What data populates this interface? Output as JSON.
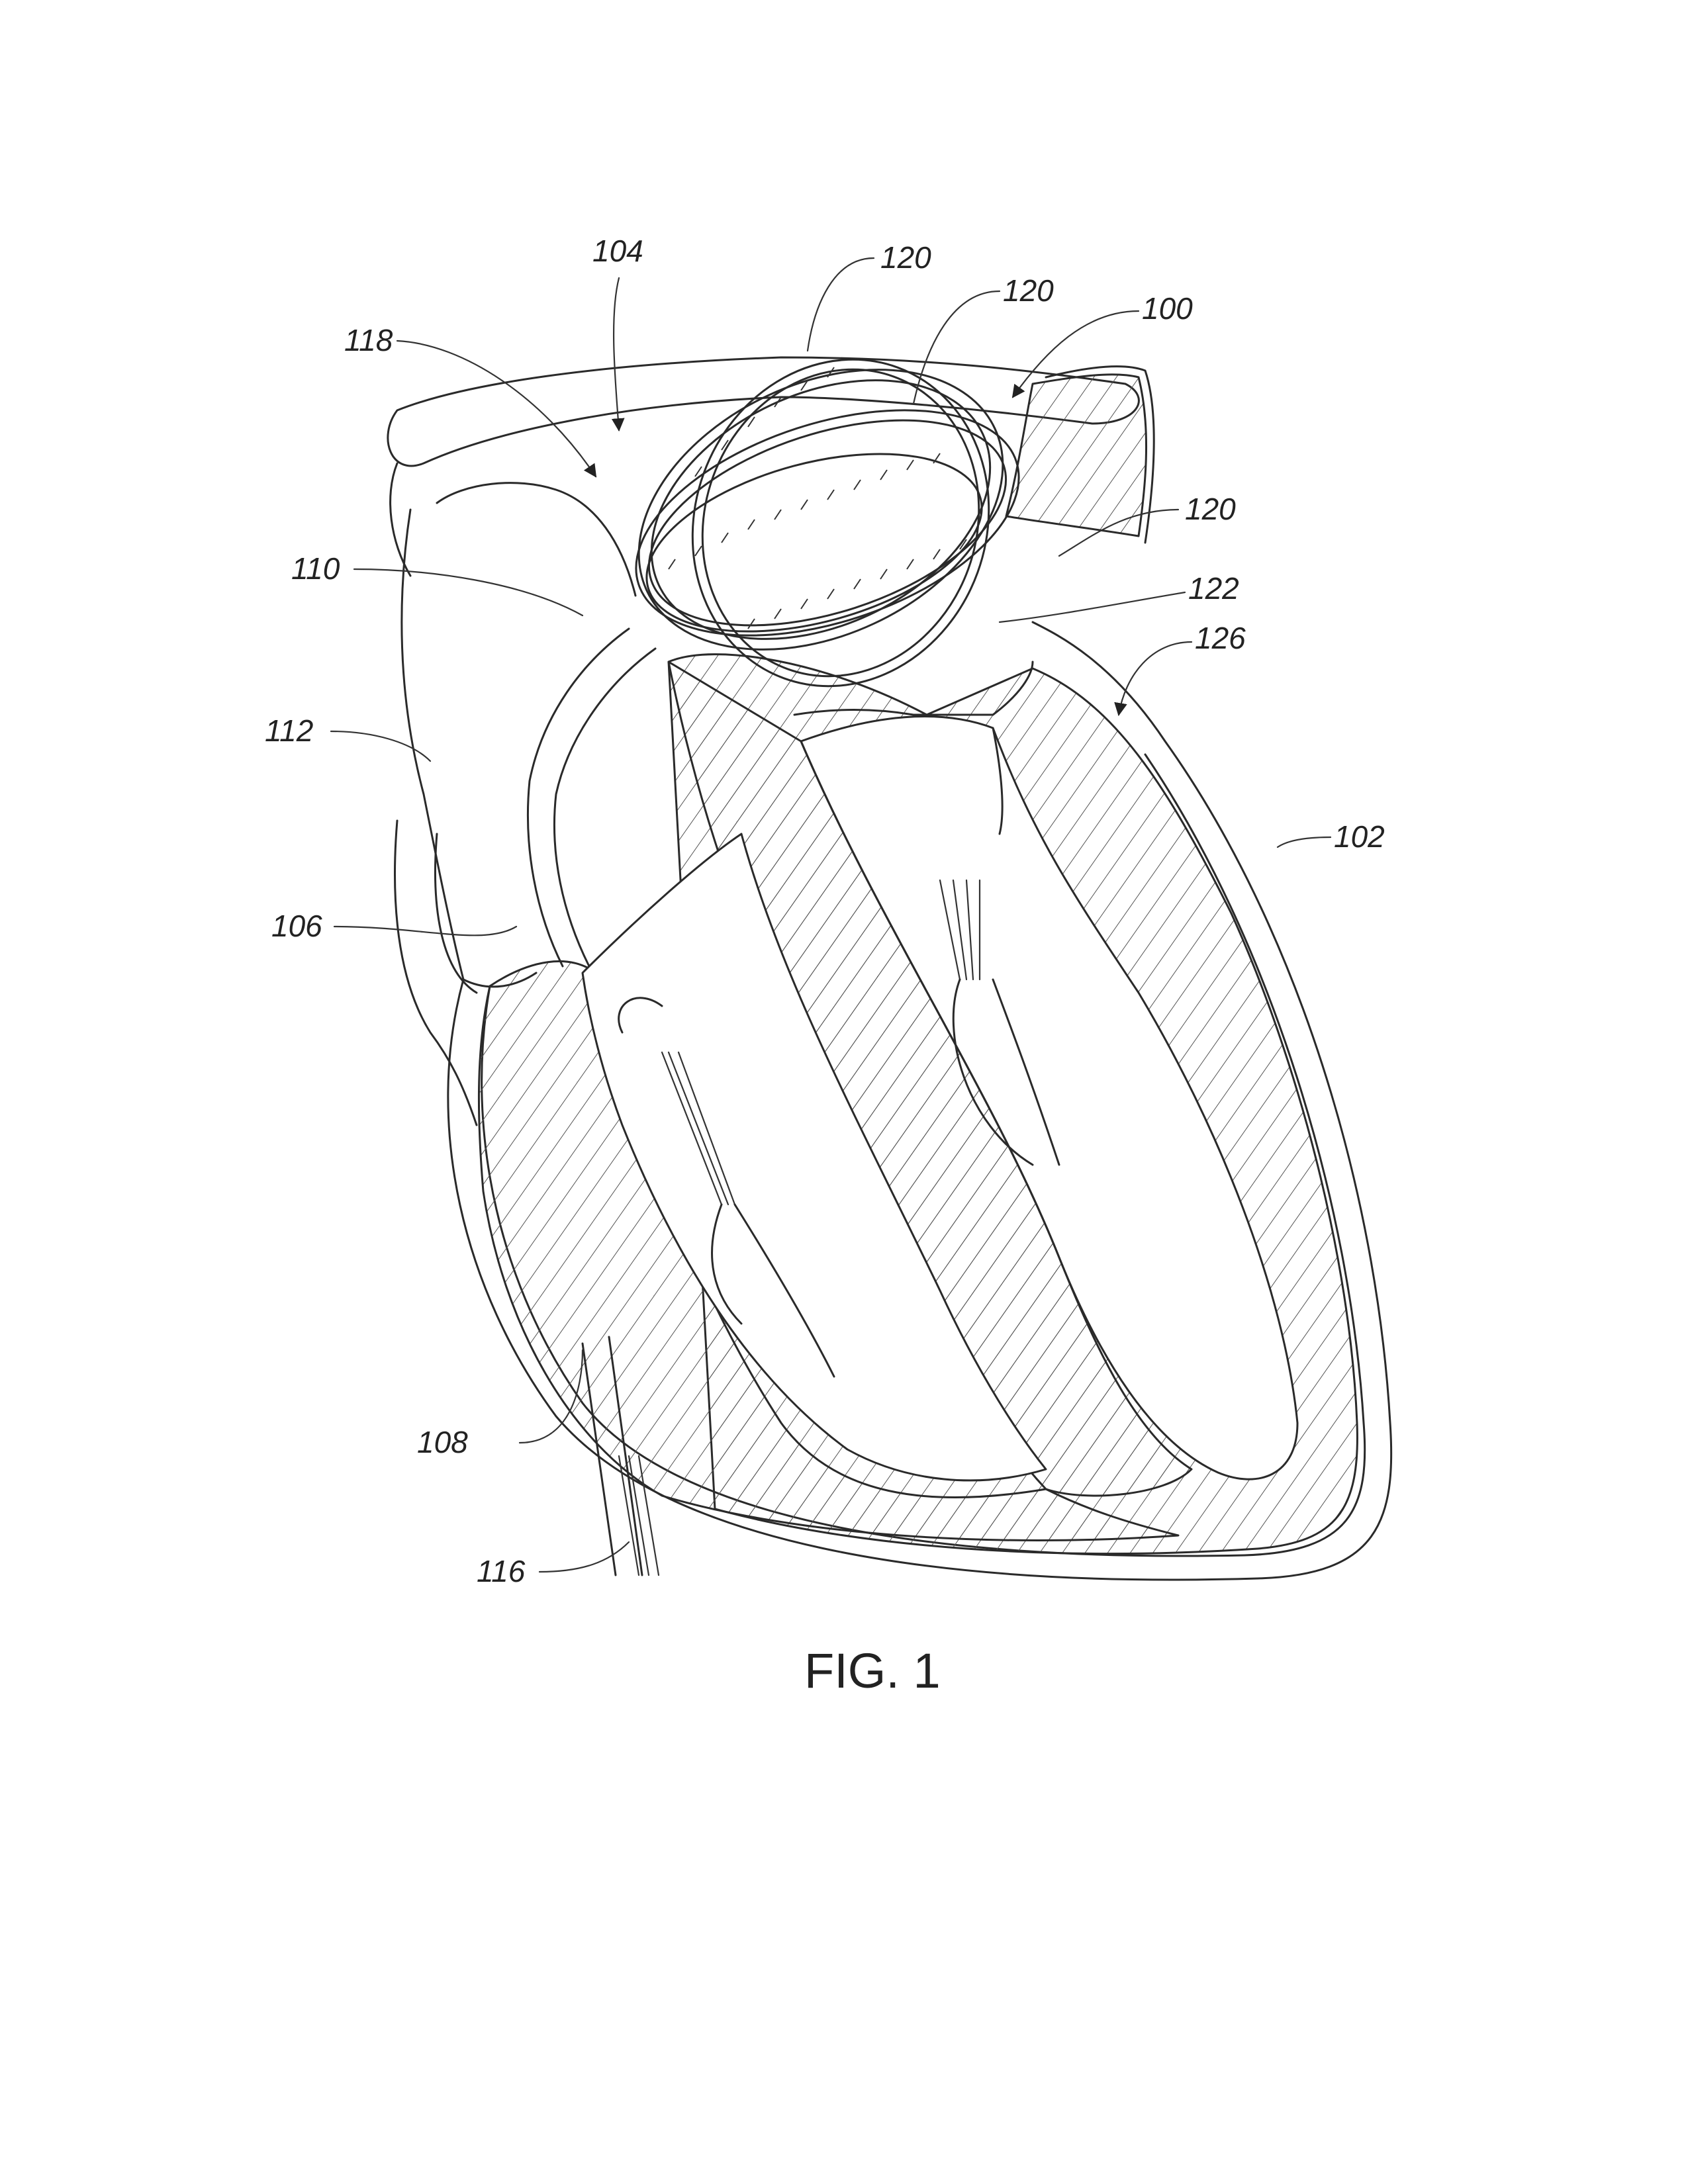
{
  "figure": {
    "caption": "FIG. 1"
  },
  "reference_labels": {
    "device": "100",
    "heart": "102",
    "left_atrium_arrow": "104",
    "catheter_segment": "106",
    "outer_catheter": "108",
    "septum_crossing": "110",
    "right_atrium": "112",
    "wires": "116",
    "ring_arrow": "118",
    "ring_top": "120",
    "ring_inner": "120",
    "ring_lower": "120",
    "annulus_region": "122",
    "mitral_valve_arrow": "126"
  }
}
